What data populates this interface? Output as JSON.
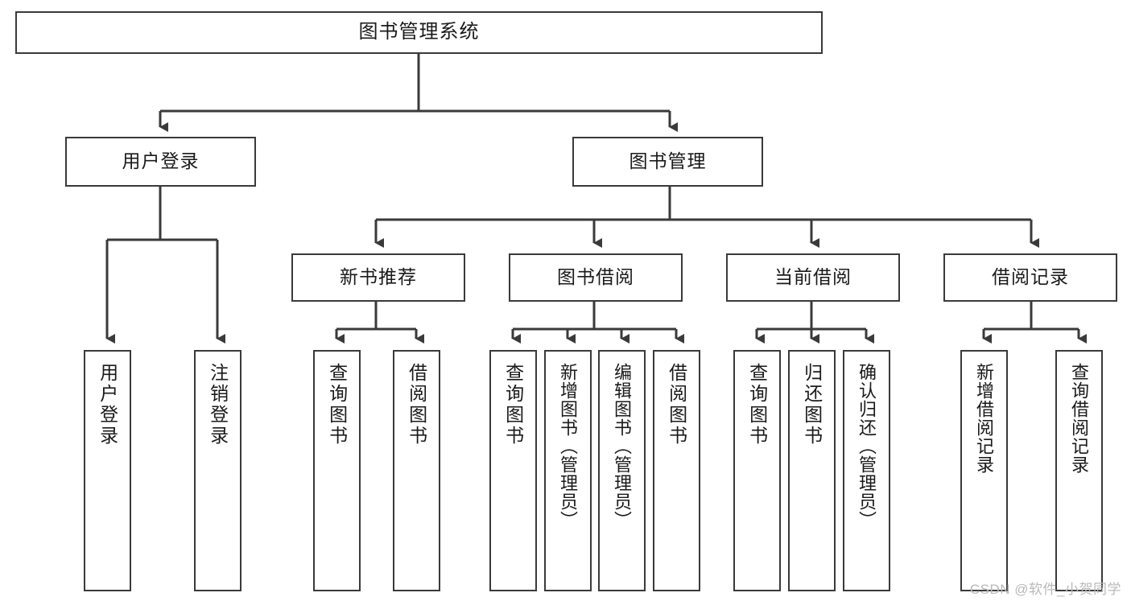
{
  "diagram": {
    "title": "图书管理系统",
    "type": "tree-hierarchy",
    "root": {
      "label": "图书管理系统"
    },
    "level2": [
      {
        "label": "用户登录"
      },
      {
        "label": "图书管理"
      }
    ],
    "level3": [
      {
        "label": "新书推荐"
      },
      {
        "label": "图书借阅"
      },
      {
        "label": "当前借阅"
      },
      {
        "label": "借阅记录"
      }
    ],
    "leaves": [
      {
        "label": "用户登录"
      },
      {
        "label": "注销登录"
      },
      {
        "label": "查询图书"
      },
      {
        "label": "借阅图书"
      },
      {
        "label": "查询图书"
      },
      {
        "label": "新增图书（管理员）"
      },
      {
        "label": "编辑图书（管理员）"
      },
      {
        "label": "借阅图书"
      },
      {
        "label": "查询图书"
      },
      {
        "label": "归还图书"
      },
      {
        "label": "确认归还（管理员）"
      },
      {
        "label": "新增借阅记录"
      },
      {
        "label": "查询借阅记录"
      }
    ]
  },
  "watermark": {
    "text": "CSDN @软件_小贺同学"
  },
  "colors": {
    "box_border": "#3a3a3a",
    "box_fill": "#ffffff",
    "connector": "#3a3a3a",
    "text": "#1a1a1a",
    "watermark": "#b9b9b9",
    "background": "#ffffff"
  }
}
